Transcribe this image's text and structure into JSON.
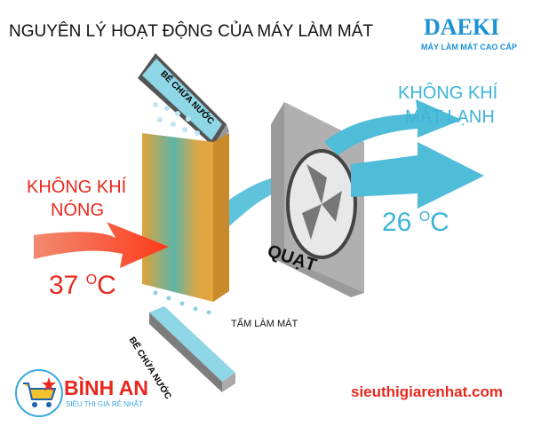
{
  "title": "NGUYÊN LÝ HOẠT ĐỘNG CỦA MÁY LÀM MÁT",
  "brand": {
    "name": "DAEKI",
    "tagline": "MÁY LÀM MÁT CAO CẤP"
  },
  "labels": {
    "top_tank": "BỂ CHỨA NƯỚC",
    "bottom_tank": "BỂ CHỨA NƯỚC",
    "pad": "TẤM LÀM MÁT",
    "fan": "QUẠT",
    "hot_air_1": "KHÔNG KHÍ",
    "hot_air_2": "NÓNG",
    "hot_temp": "37",
    "cold_air_1": "KHÔNG KHÍ",
    "cold_air_2": "MÁT LẠNH",
    "cold_temp": "26",
    "degree_unit": "O",
    "celsius": "C"
  },
  "store": {
    "name": "BÌNH AN",
    "tagline": "SIÊU THỊ GIÁ RẺ NHẤT",
    "website": "sieuthigiarenhat.com"
  },
  "colors": {
    "hot": "#e8281e",
    "cold": "#3db4d8",
    "brand": "#1a92d6"
  }
}
